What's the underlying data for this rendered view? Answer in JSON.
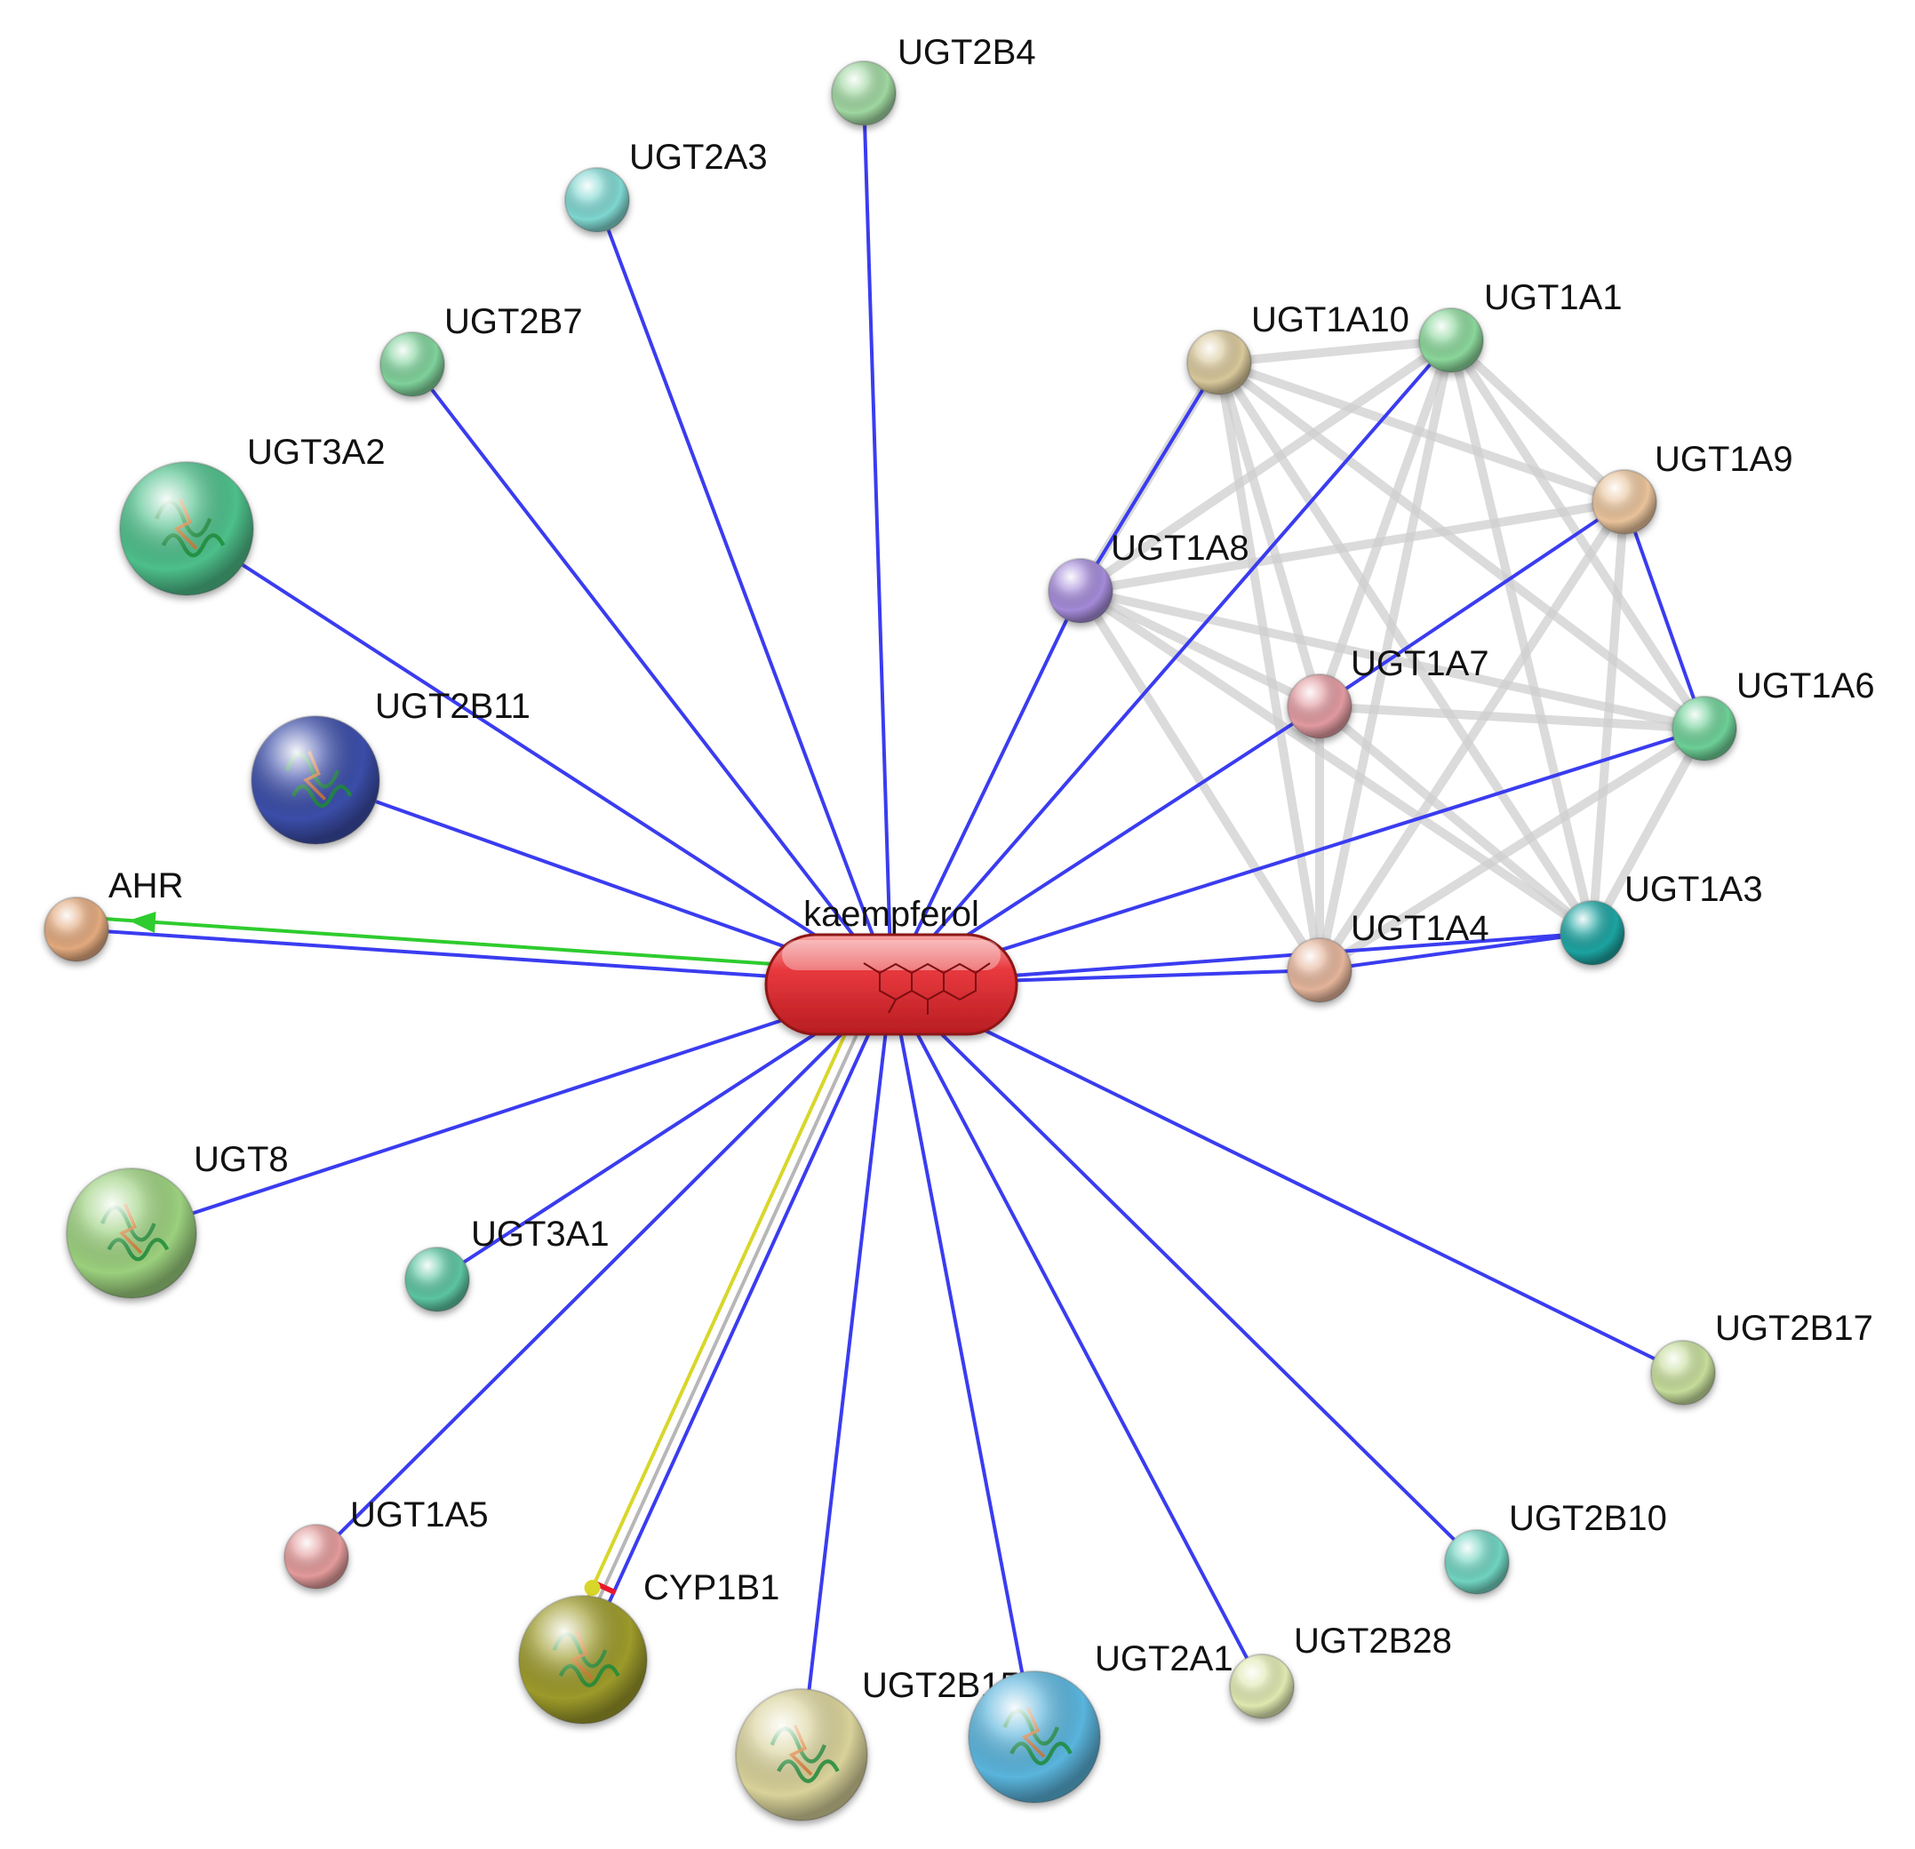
{
  "colors": {
    "binding": "#3a3cf0",
    "coexpression": "#cfcfcf",
    "activation": "#2ecc2e",
    "expression": "#d9d62a",
    "inhibition": "#e8192c",
    "grey_link": "#b7b7b7",
    "center_fill": "#e8393e"
  },
  "center": {
    "label": "kaempferol"
  },
  "nodes": [
    {
      "id": "UGT2B4",
      "label": "UGT2B4",
      "color": "#9fd6a0",
      "structure": false
    },
    {
      "id": "UGT2A3",
      "label": "UGT2A3",
      "color": "#7fd6d0",
      "structure": false
    },
    {
      "id": "UGT2B7",
      "label": "UGT2B7",
      "color": "#7fd19a",
      "structure": false
    },
    {
      "id": "UGT3A2",
      "label": "UGT3A2",
      "color": "#4dbf8a",
      "structure": true
    },
    {
      "id": "UGT2B11",
      "label": "UGT2B11",
      "color": "#3b4ea8",
      "structure": true
    },
    {
      "id": "AHR",
      "label": "AHR",
      "color": "#e2a97e",
      "structure": false
    },
    {
      "id": "UGT8",
      "label": "UGT8",
      "color": "#9bd07d",
      "structure": true
    },
    {
      "id": "UGT3A1",
      "label": "UGT3A1",
      "color": "#5cc4a0",
      "structure": false
    },
    {
      "id": "UGT1A5",
      "label": "UGT1A5",
      "color": "#e39a9a",
      "structure": false
    },
    {
      "id": "CYP1B1",
      "label": "CYP1B1",
      "color": "#9c9a2a",
      "structure": true
    },
    {
      "id": "UGT2B15",
      "label": "UGT2B15",
      "color": "#d9d29a",
      "structure": true
    },
    {
      "id": "UGT2A2",
      "label": "",
      "color": "#5ab4dc",
      "structure": true
    },
    {
      "id": "UGT2A1",
      "label": "UGT2A1",
      "color": "#dfe8b0",
      "structure": false
    },
    {
      "id": "UGT2B28",
      "label": "UGT2B28",
      "color": "#dfe8b0",
      "structure": false
    },
    {
      "id": "UGT2B10",
      "label": "UGT2B10",
      "color": "#6fd3c0",
      "structure": false
    },
    {
      "id": "UGT2B17",
      "label": "UGT2B17",
      "color": "#c5dc9a",
      "structure": false
    },
    {
      "id": "UGT1A10",
      "label": "UGT1A10",
      "color": "#d8c79a",
      "structure": false
    },
    {
      "id": "UGT1A1",
      "label": "UGT1A1",
      "color": "#8ad69a",
      "structure": false
    },
    {
      "id": "UGT1A9",
      "label": "UGT1A9",
      "color": "#e8c29a",
      "structure": false
    },
    {
      "id": "UGT1A8",
      "label": "UGT1A8",
      "color": "#a48ad8",
      "structure": false
    },
    {
      "id": "UGT1A7",
      "label": "UGT1A7",
      "color": "#e09aa0",
      "structure": false
    },
    {
      "id": "UGT1A6",
      "label": "UGT1A6",
      "color": "#6dcf96",
      "structure": false
    },
    {
      "id": "UGT1A4",
      "label": "UGT1A4",
      "color": "#e4b49a",
      "structure": false
    },
    {
      "id": "UGT1A3",
      "label": "UGT1A3",
      "color": "#1fa3a0",
      "structure": false
    }
  ],
  "edges": [
    {
      "from": "center",
      "to": "UGT2B4",
      "type": "binding"
    },
    {
      "from": "center",
      "to": "UGT2A3",
      "type": "binding"
    },
    {
      "from": "center",
      "to": "UGT2B7",
      "type": "binding"
    },
    {
      "from": "center",
      "to": "UGT3A2",
      "type": "binding"
    },
    {
      "from": "center",
      "to": "UGT2B11",
      "type": "binding"
    },
    {
      "from": "center",
      "to": "AHR",
      "type": "binding"
    },
    {
      "from": "center",
      "to": "AHR",
      "type": "activation"
    },
    {
      "from": "center",
      "to": "UGT8",
      "type": "binding"
    },
    {
      "from": "center",
      "to": "UGT3A1",
      "type": "binding"
    },
    {
      "from": "center",
      "to": "UGT1A5",
      "type": "binding"
    },
    {
      "from": "center",
      "to": "CYP1B1",
      "type": "binding"
    },
    {
      "from": "center",
      "to": "CYP1B1",
      "type": "grey_link"
    },
    {
      "from": "center",
      "to": "CYP1B1",
      "type": "expression"
    },
    {
      "from": "center",
      "to": "UGT2B15",
      "type": "binding"
    },
    {
      "from": "center",
      "to": "UGT2A2",
      "type": "binding"
    },
    {
      "from": "center",
      "to": "UGT2A1",
      "type": "binding"
    },
    {
      "from": "center",
      "to": "UGT2B10",
      "type": "binding"
    },
    {
      "from": "center",
      "to": "UGT2B17",
      "type": "binding"
    },
    {
      "from": "center",
      "to": "UGT1A8",
      "type": "binding"
    },
    {
      "from": "center",
      "to": "UGT1A1",
      "type": "binding"
    },
    {
      "from": "center",
      "to": "UGT1A7",
      "type": "binding"
    },
    {
      "from": "center",
      "to": "UGT1A6",
      "type": "binding"
    },
    {
      "from": "center",
      "to": "UGT1A4",
      "type": "binding"
    },
    {
      "from": "center",
      "to": "UGT1A3",
      "type": "binding"
    },
    {
      "from": "UGT1A8",
      "to": "UGT1A10",
      "type": "binding"
    },
    {
      "from": "UGT1A9",
      "to": "UGT1A7",
      "type": "binding"
    },
    {
      "from": "UGT1A9",
      "to": "UGT1A6",
      "type": "binding"
    },
    {
      "from": "UGT1A4",
      "to": "UGT1A3",
      "type": "binding"
    },
    {
      "from": "UGT1A10",
      "to": "UGT1A1",
      "type": "coexpression"
    },
    {
      "from": "UGT1A10",
      "to": "UGT1A9",
      "type": "coexpression"
    },
    {
      "from": "UGT1A10",
      "to": "UGT1A8",
      "type": "coexpression"
    },
    {
      "from": "UGT1A10",
      "to": "UGT1A7",
      "type": "coexpression"
    },
    {
      "from": "UGT1A10",
      "to": "UGT1A6",
      "type": "coexpression"
    },
    {
      "from": "UGT1A10",
      "to": "UGT1A4",
      "type": "coexpression"
    },
    {
      "from": "UGT1A10",
      "to": "UGT1A3",
      "type": "coexpression"
    },
    {
      "from": "UGT1A1",
      "to": "UGT1A9",
      "type": "coexpression"
    },
    {
      "from": "UGT1A1",
      "to": "UGT1A8",
      "type": "coexpression"
    },
    {
      "from": "UGT1A1",
      "to": "UGT1A7",
      "type": "coexpression"
    },
    {
      "from": "UGT1A1",
      "to": "UGT1A6",
      "type": "coexpression"
    },
    {
      "from": "UGT1A1",
      "to": "UGT1A4",
      "type": "coexpression"
    },
    {
      "from": "UGT1A1",
      "to": "UGT1A3",
      "type": "coexpression"
    },
    {
      "from": "UGT1A9",
      "to": "UGT1A8",
      "type": "coexpression"
    },
    {
      "from": "UGT1A9",
      "to": "UGT1A4",
      "type": "coexpression"
    },
    {
      "from": "UGT1A9",
      "to": "UGT1A3",
      "type": "coexpression"
    },
    {
      "from": "UGT1A8",
      "to": "UGT1A7",
      "type": "coexpression"
    },
    {
      "from": "UGT1A8",
      "to": "UGT1A6",
      "type": "coexpression"
    },
    {
      "from": "UGT1A8",
      "to": "UGT1A4",
      "type": "coexpression"
    },
    {
      "from": "UGT1A8",
      "to": "UGT1A3",
      "type": "coexpression"
    },
    {
      "from": "UGT1A7",
      "to": "UGT1A6",
      "type": "coexpression"
    },
    {
      "from": "UGT1A7",
      "to": "UGT1A4",
      "type": "coexpression"
    },
    {
      "from": "UGT1A7",
      "to": "UGT1A3",
      "type": "coexpression"
    },
    {
      "from": "UGT1A6",
      "to": "UGT1A4",
      "type": "coexpression"
    },
    {
      "from": "UGT1A6",
      "to": "UGT1A3",
      "type": "coexpression"
    }
  ]
}
